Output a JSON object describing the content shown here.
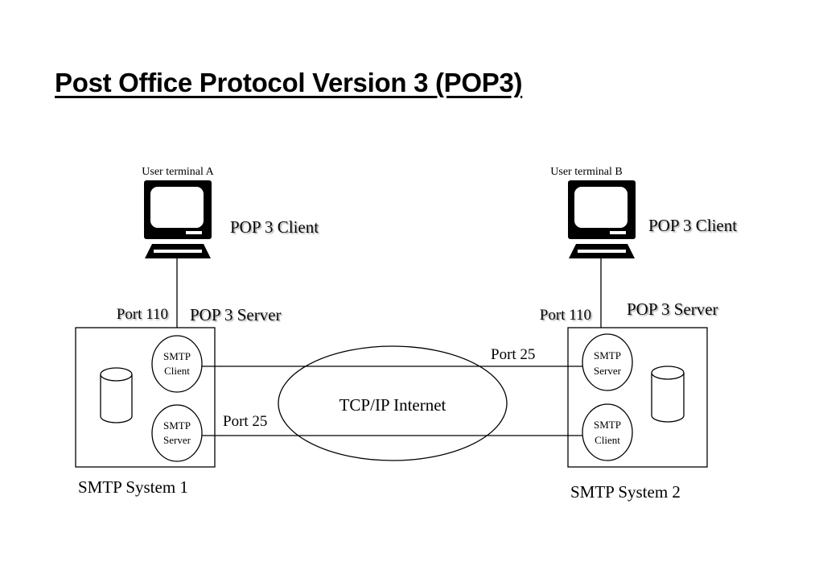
{
  "title": "Post Office Protocol Version 3 (POP3)",
  "terminals": [
    {
      "label": "User terminal A",
      "role": "POP 3 Client",
      "icon": "computer-terminal-icon"
    },
    {
      "label": "User terminal B",
      "role": "POP 3 Client",
      "icon": "computer-terminal-icon"
    }
  ],
  "systems": [
    {
      "label": "SMTP System 1",
      "pop_port": "Port 110",
      "pop_role": "POP 3 Server",
      "top_node": {
        "line1": "SMTP",
        "line2": "Client"
      },
      "bottom_node": {
        "line1": "SMTP",
        "line2": "Server"
      },
      "icon": "database-cylinder-icon"
    },
    {
      "label": "SMTP System 2",
      "pop_port": "Port 110",
      "pop_role": "POP 3 Server",
      "top_node": {
        "line1": "SMTP",
        "line2": "Server"
      },
      "bottom_node": {
        "line1": "SMTP",
        "line2": "Client"
      },
      "icon": "database-cylinder-icon"
    }
  ],
  "network": {
    "label": "TCP/IP Internet",
    "top_link_port": "Port 25",
    "bottom_link_port": "Port 25"
  },
  "colors": {
    "stroke": "#000000",
    "background": "#ffffff",
    "text_shadow": "#9a9a9a"
  }
}
